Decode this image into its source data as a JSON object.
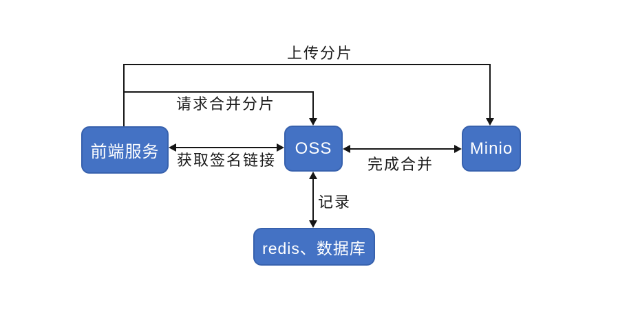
{
  "diagram": {
    "type": "flow-architecture",
    "background": "#ffffff",
    "colors": {
      "node_fill": "#4472c4",
      "node_border": "#3761ad",
      "node_text": "#ffffff",
      "line": "#151515",
      "edge_label_text": "#1a1a1a"
    },
    "nodes": [
      {
        "id": "frontend",
        "label": "前端服务"
      },
      {
        "id": "oss",
        "label": "OSS"
      },
      {
        "id": "minio",
        "label": "Minio"
      },
      {
        "id": "redis-db",
        "label": "redis、数据库"
      }
    ],
    "edges": [
      {
        "id": "upload-chunks",
        "label": "上传分片",
        "from": "前端服务",
        "to": "Minio",
        "direction": "one-way",
        "route": "up-over-down"
      },
      {
        "id": "request-merge",
        "label": "请求合并分片",
        "from": "前端服务",
        "to": "OSS",
        "direction": "one-way",
        "route": "up-over-down"
      },
      {
        "id": "get-signed-url",
        "label": "获取签名链接",
        "from": "前端服务",
        "to": "OSS",
        "direction": "two-way",
        "route": "horizontal"
      },
      {
        "id": "merge-complete",
        "label": "完成合并",
        "from": "OSS",
        "to": "Minio",
        "direction": "two-way",
        "route": "horizontal"
      },
      {
        "id": "record",
        "label": "记录",
        "from": "OSS",
        "to": "redis、数据库",
        "direction": "two-way",
        "route": "vertical"
      }
    ]
  }
}
